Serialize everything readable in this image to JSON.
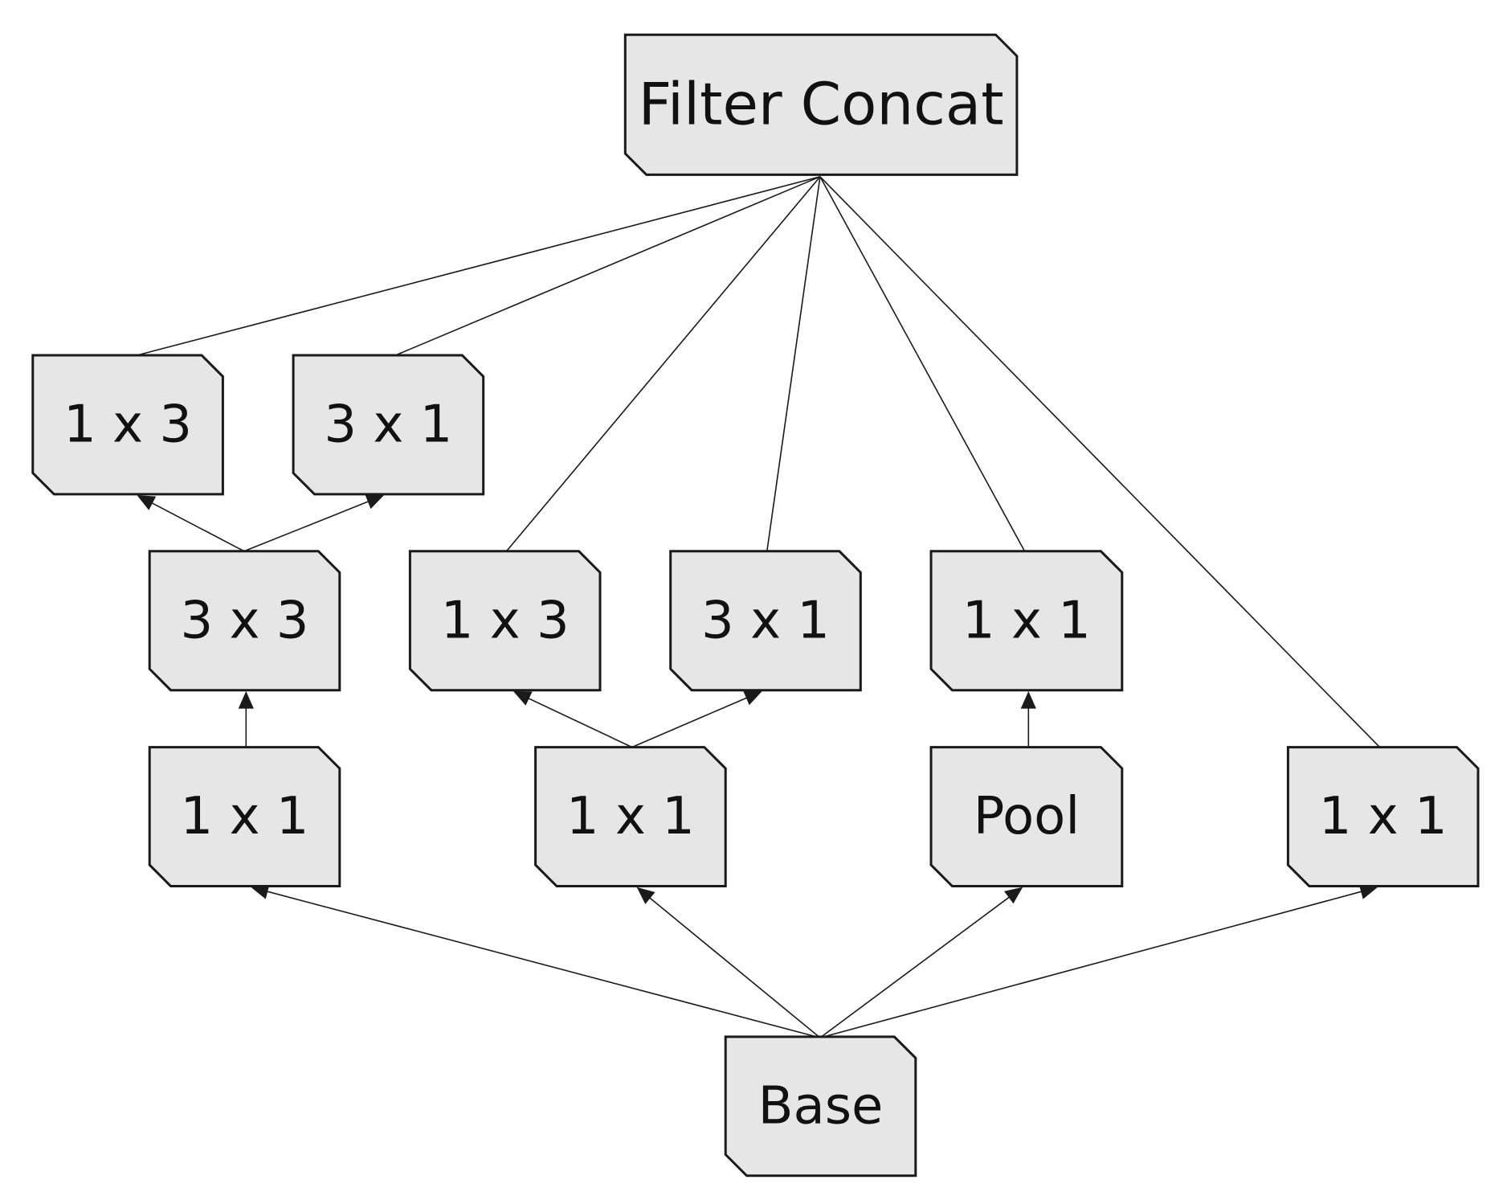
{
  "colors": {
    "node_fill": "#e6e6e6",
    "node_stroke": "#1a1a1a",
    "edge": "#1a1a1a",
    "text": "#111111",
    "background": "#ffffff"
  },
  "nodes": {
    "filter_concat": "Filter Concat",
    "b1_1x3": "1 x 3",
    "b1_3x1": "3 x 1",
    "b1_3x3": "3 x 3",
    "b2_1x3": "1 x 3",
    "b2_3x1": "3 x 1",
    "b3_1x1": "1 x 1",
    "b1_1x1": "1 x 1",
    "b2_1x1": "1 x 1",
    "b3_pool": "Pool",
    "b4_1x1": "1 x 1",
    "base": "Base"
  },
  "edges": [
    {
      "from": "b1_3x3",
      "to": "b1_1x3",
      "arrow": true
    },
    {
      "from": "b1_3x3",
      "to": "b1_3x1",
      "arrow": true
    },
    {
      "from": "b1_1x1",
      "to": "b1_3x3",
      "arrow": true
    },
    {
      "from": "b2_1x1",
      "to": "b2_1x3",
      "arrow": true
    },
    {
      "from": "b2_1x1",
      "to": "b2_3x1",
      "arrow": true
    },
    {
      "from": "b3_pool",
      "to": "b3_1x1",
      "arrow": true
    },
    {
      "from": "base",
      "to": "b1_1x1",
      "arrow": true
    },
    {
      "from": "base",
      "to": "b2_1x1",
      "arrow": true
    },
    {
      "from": "base",
      "to": "b3_pool",
      "arrow": true
    },
    {
      "from": "base",
      "to": "b4_1x1",
      "arrow": true
    },
    {
      "from": "b1_1x3",
      "to": "filter_concat",
      "arrow": false
    },
    {
      "from": "b1_3x1",
      "to": "filter_concat",
      "arrow": false
    },
    {
      "from": "b2_1x3",
      "to": "filter_concat",
      "arrow": false
    },
    {
      "from": "b2_3x1",
      "to": "filter_concat",
      "arrow": false
    },
    {
      "from": "b3_1x1",
      "to": "filter_concat",
      "arrow": false
    },
    {
      "from": "b4_1x1",
      "to": "filter_concat",
      "arrow": false
    }
  ]
}
